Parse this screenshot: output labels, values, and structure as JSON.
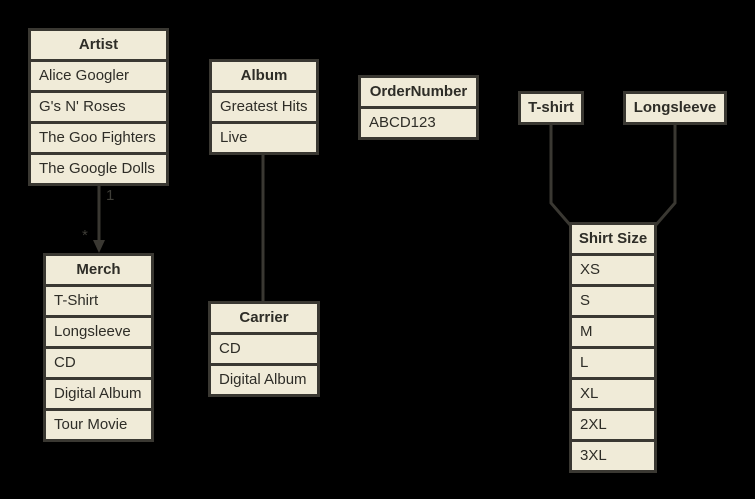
{
  "diagram": {
    "background_color": "#000000",
    "box_fill_color": "#f0ebd8",
    "box_border_color": "#3a3832",
    "text_color": "#2e2d27"
  },
  "entities": {
    "artist": {
      "title": "Artist",
      "rows": [
        "Alice Googler",
        "G's N' Roses",
        "The Goo Fighters",
        "The Google Dolls"
      ]
    },
    "album": {
      "title": "Album",
      "rows": [
        "Greatest Hits",
        "Live"
      ]
    },
    "order_number": {
      "title": "OrderNumber",
      "rows": [
        "ABCD123"
      ]
    },
    "t_shirt": {
      "title": "T-shirt",
      "rows": []
    },
    "longsleeve": {
      "title": "Longsleeve",
      "rows": []
    },
    "merch": {
      "title": "Merch",
      "rows": [
        "T-Shirt",
        "Longsleeve",
        "CD",
        "Digital Album",
        "Tour Movie"
      ]
    },
    "carrier": {
      "title": "Carrier",
      "rows": [
        "CD",
        "Digital Album"
      ]
    },
    "shirt_size": {
      "title": "Shirt Size",
      "rows": [
        "XS",
        "S",
        "M",
        "L",
        "XL",
        "2XL",
        "3XL"
      ]
    }
  },
  "connectors": {
    "artist_to_merch": {
      "start_label": "1",
      "end_label": "*"
    },
    "album_to_carrier": {},
    "t_shirt_to_shirt_size": {},
    "longsleeve_to_shirt_size": {}
  }
}
